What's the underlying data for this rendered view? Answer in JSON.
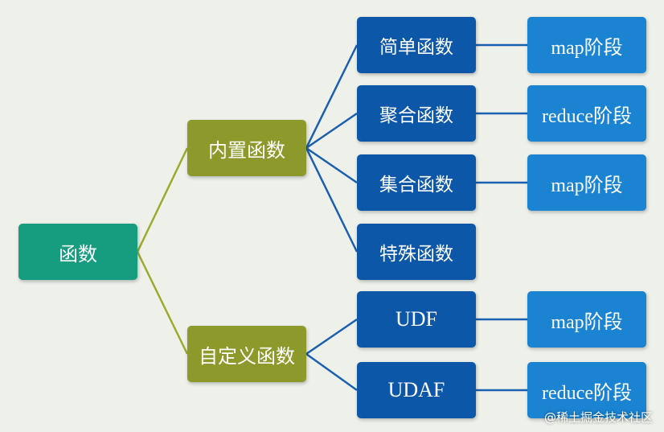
{
  "colors": {
    "background": "#eef1ea",
    "root_fill": "#169c7f",
    "level1_fill": "#8d9a2b",
    "level2_fill": "#0d57a8",
    "level3_fill": "#1a84d2",
    "level1_edge": "#9aab2e",
    "level2_edge": "#1a5fb0"
  },
  "root": {
    "label": "函数"
  },
  "builtin": {
    "label": "内置函数",
    "children": [
      {
        "label": "简单函数",
        "stage": "map阶段"
      },
      {
        "label": "聚合函数",
        "stage": "reduce阶段"
      },
      {
        "label": "集合函数",
        "stage": "map阶段"
      },
      {
        "label": "特殊函数"
      }
    ]
  },
  "custom": {
    "label": "自定义函数",
    "children": [
      {
        "label": "UDF",
        "stage": "map阶段"
      },
      {
        "label": "UDAF",
        "stage": "reduce阶段"
      }
    ]
  },
  "watermark": "@稀土掘金技术社区"
}
